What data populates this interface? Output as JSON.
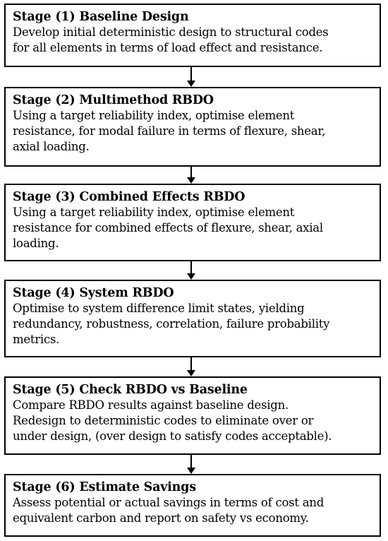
{
  "stages": [
    {
      "title": "Stage (1) Baseline Design",
      "lines": [
        "Develop initial deterministic design to structural codes",
        "for all elements in terms of load effect and resistance."
      ]
    },
    {
      "title": "Stage (2) Multimethod RBDO",
      "lines": [
        "Using a target reliability index, optimise element",
        "resistance, for modal failure in terms of flexure, shear,",
        "axial loading."
      ]
    },
    {
      "title": "Stage (3) Combined Effects RBDO",
      "lines": [
        "Using a target reliability index, optimise element",
        "resistance for combined effects of flexure, shear, axial",
        "loading."
      ]
    },
    {
      "title": "Stage (4) System RBDO",
      "lines": [
        "Optimise to system difference limit states, yielding",
        "redundancy, robustness, correlation, failure probability",
        "metrics."
      ]
    },
    {
      "title": "Stage (5) Check RBDO vs Baseline",
      "lines": [
        "Compare RBDO results against baseline design.",
        "Redesign to deterministic codes to eliminate over or",
        "under design, (over design to satisfy codes acceptable)."
      ]
    },
    {
      "title": "Stage (6) Estimate Savings",
      "lines": [
        "Assess potential or actual savings in terms of cost and",
        "equivalent carbon and report on safety vs economy."
      ]
    }
  ]
}
